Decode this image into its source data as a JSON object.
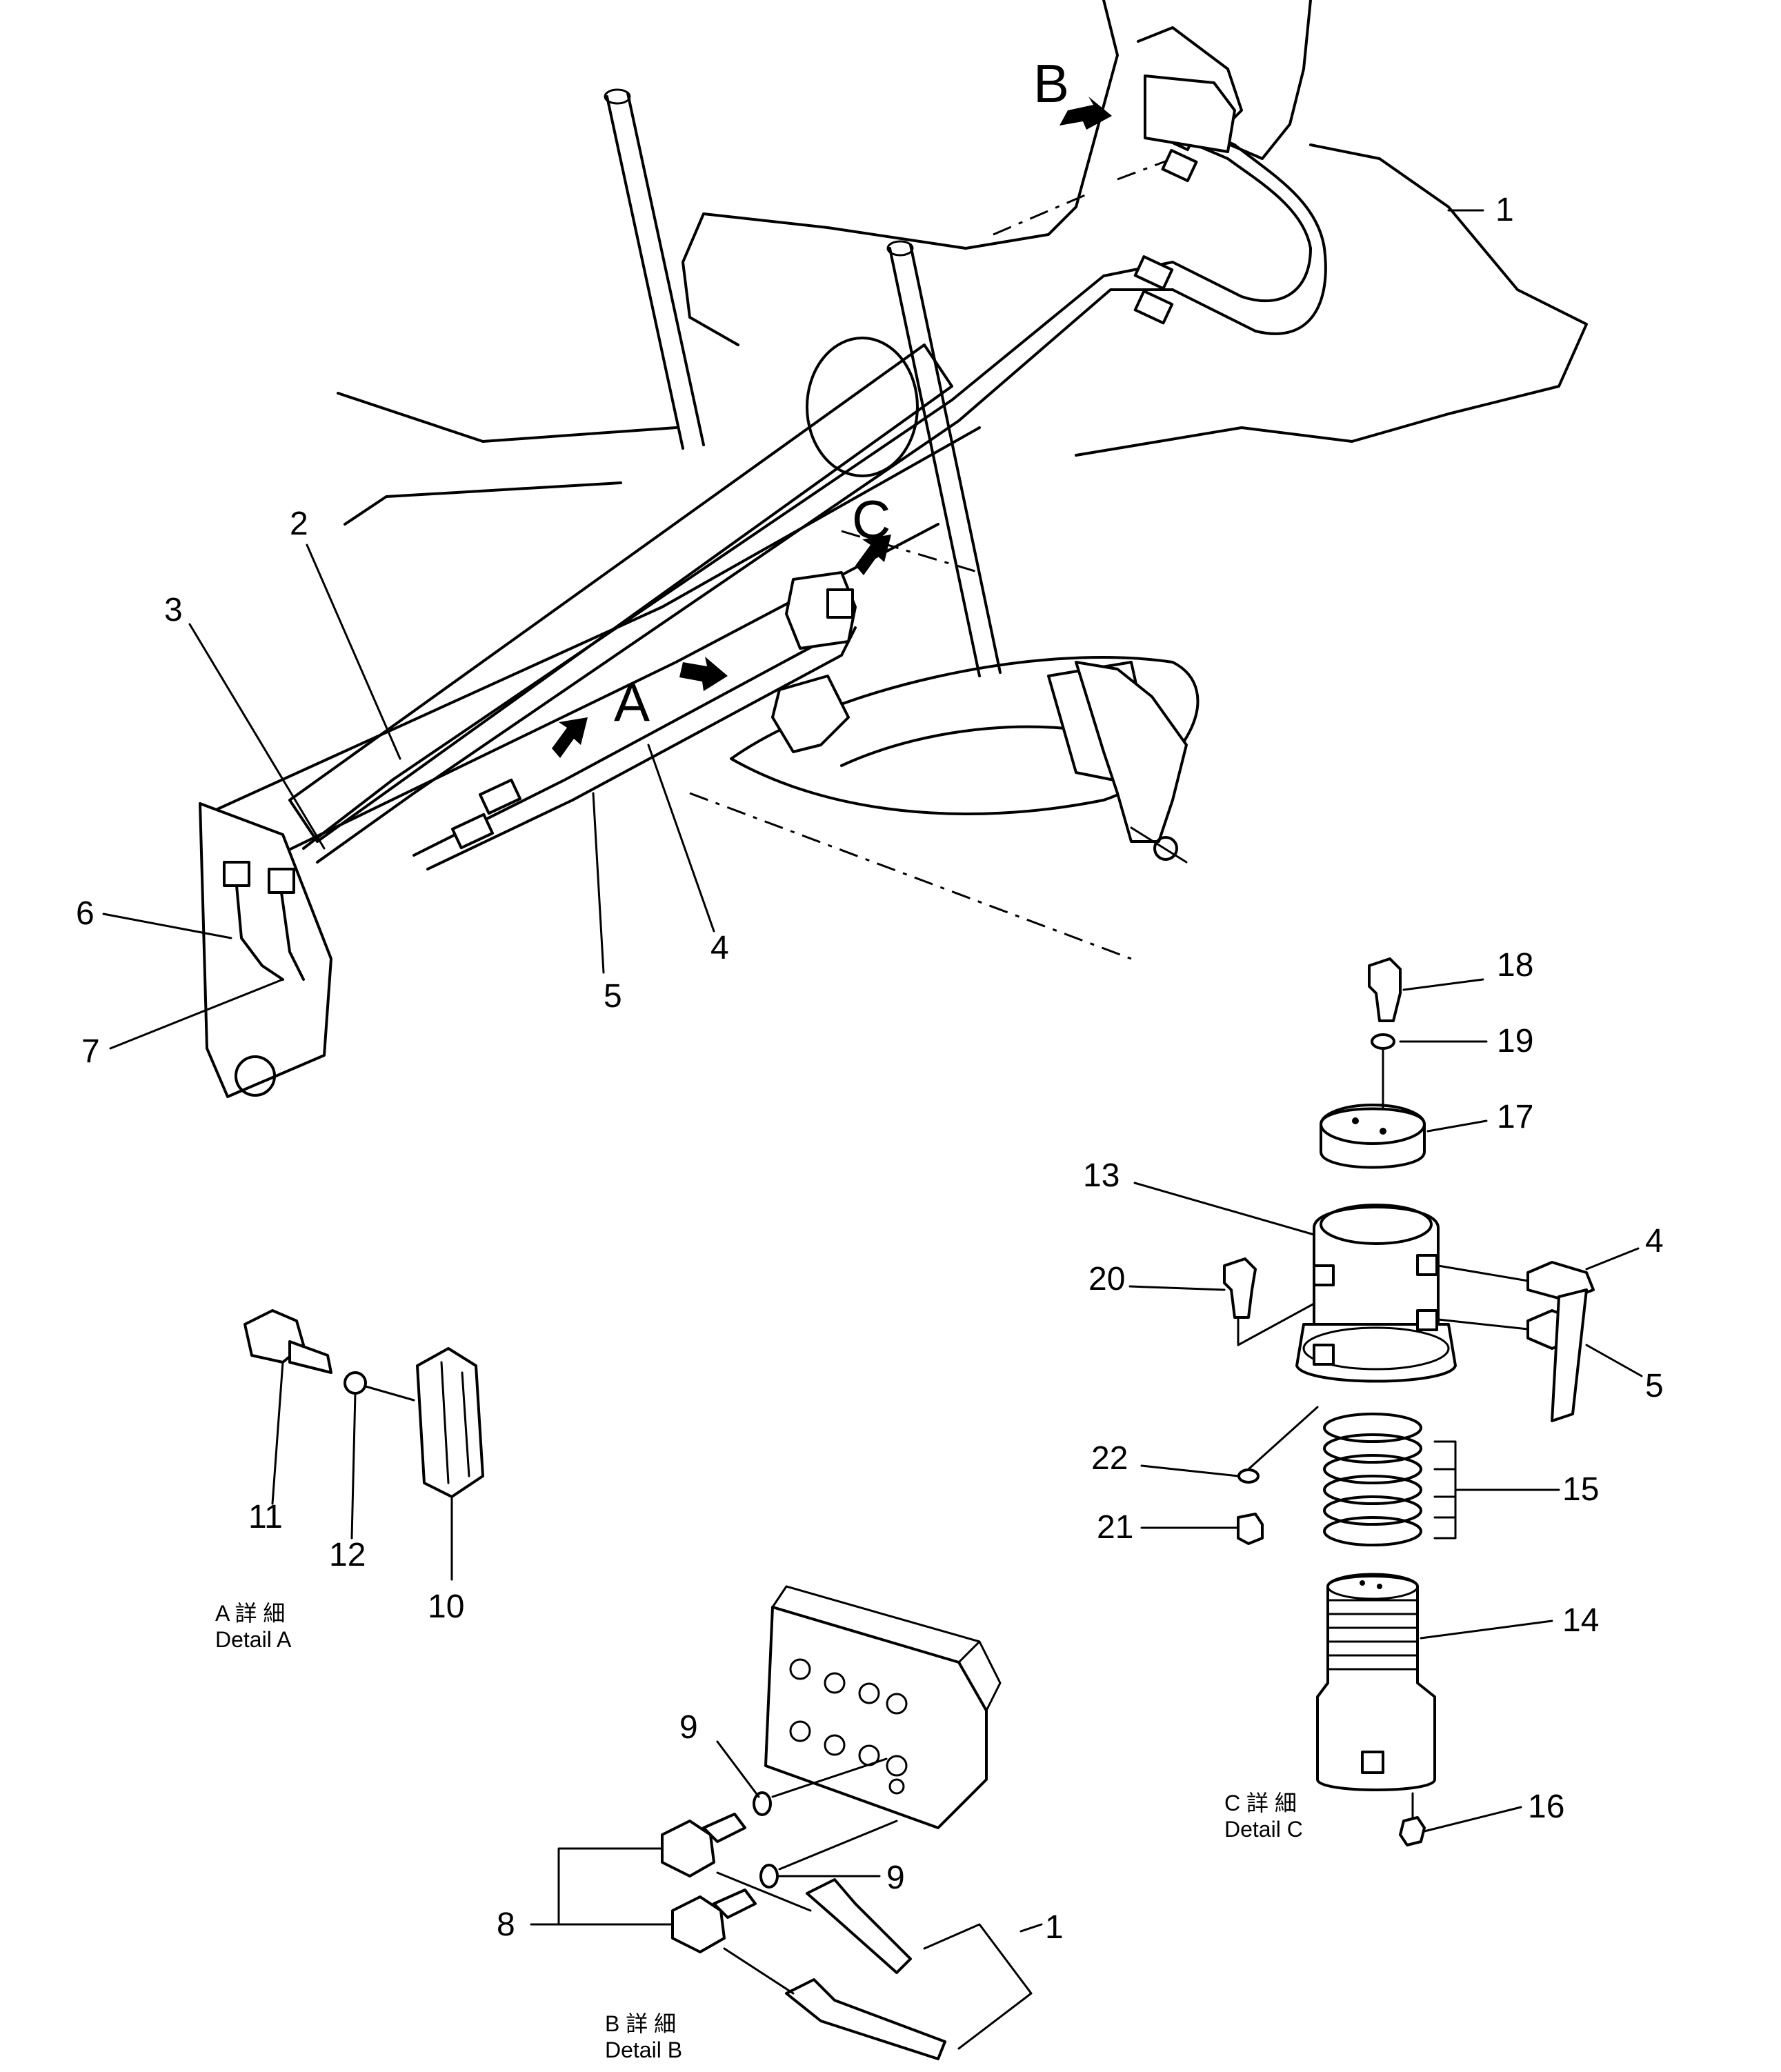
{
  "callouts": [
    "1",
    "2",
    "3",
    "4",
    "5",
    "6",
    "7",
    "8",
    "9",
    "10",
    "11",
    "12",
    "13",
    "14",
    "15",
    "16",
    "17",
    "18",
    "19",
    "20",
    "21",
    "22"
  ],
  "view_letters": {
    "a": "A",
    "b": "B",
    "c": "C"
  },
  "details": {
    "a": {
      "title_jp": "A 詳 細",
      "title_en": "Detail A"
    },
    "b": {
      "title_jp": "B 詳 細",
      "title_en": "Detail B"
    },
    "c": {
      "title_jp": "C 詳 細",
      "title_en": "Detail C"
    }
  }
}
